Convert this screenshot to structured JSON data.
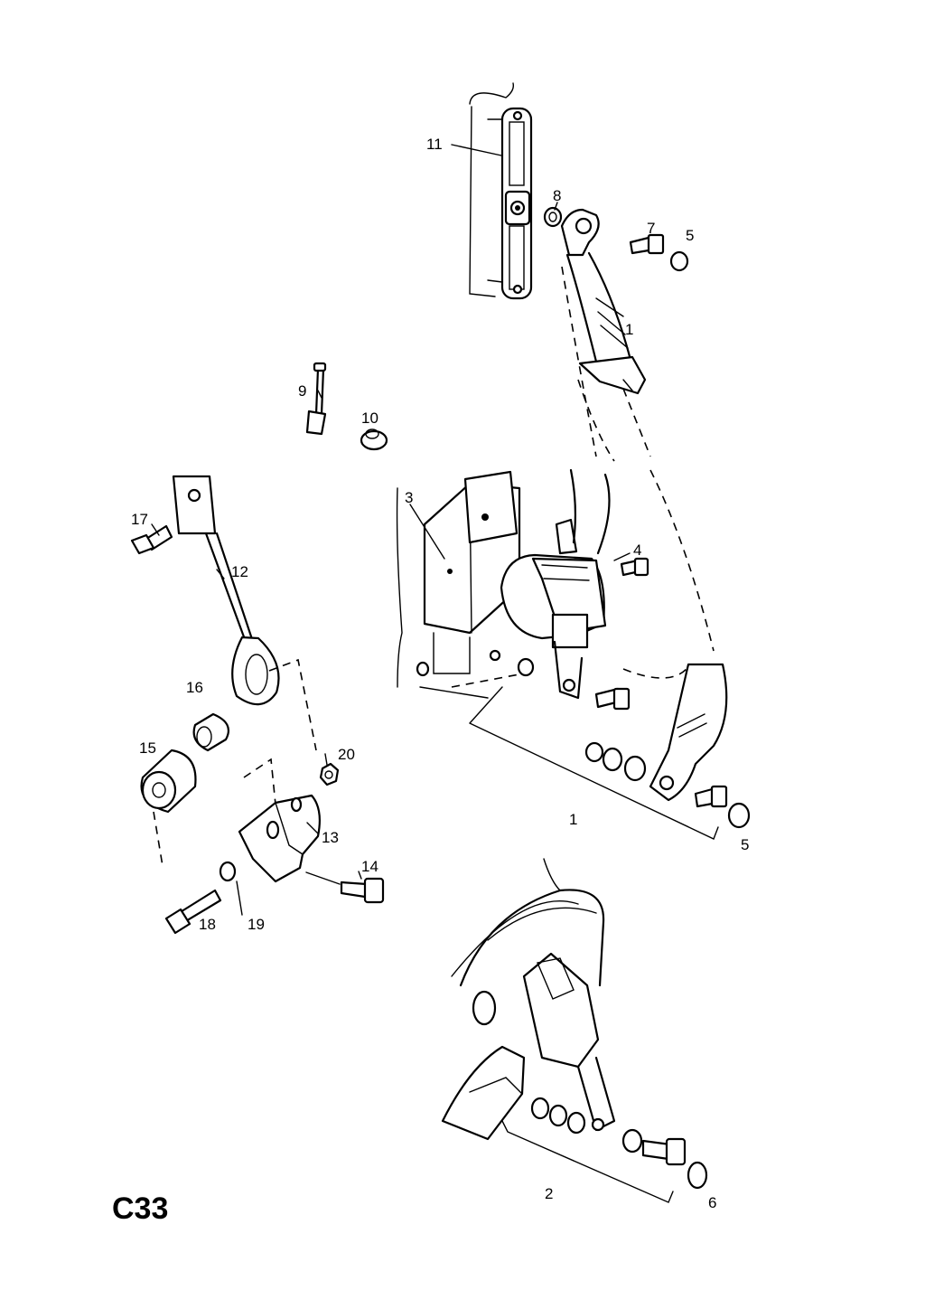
{
  "diagram": {
    "page_code": "C33",
    "callouts": {
      "c1_upper": "1",
      "c1_lower": "1",
      "c2": "2",
      "c3": "3",
      "c4": "4",
      "c5_upper": "5",
      "c5_lower": "5",
      "c6": "6",
      "c7": "7",
      "c8": "8",
      "c9": "9",
      "c10": "10",
      "c11": "11",
      "c12": "12",
      "c13": "13",
      "c14": "14",
      "c15": "15",
      "c16": "16",
      "c17": "17",
      "c18": "18",
      "c19": "19",
      "c20": "20"
    }
  }
}
